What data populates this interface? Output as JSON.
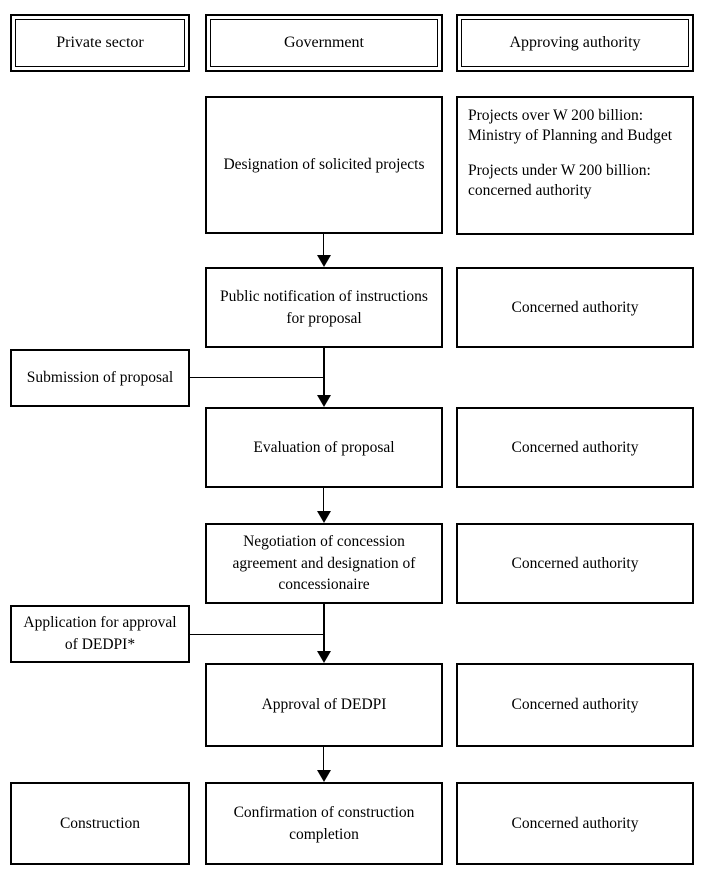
{
  "diagram": {
    "headers": {
      "private_sector": "Private sector",
      "government": "Government",
      "approving_authority": "Approving authority"
    },
    "government_steps": {
      "designation": "Designation of solicited projects",
      "notification": "Public notification of instructions for proposal",
      "evaluation": "Evaluation of proposal",
      "negotiation": "Negotiation of concession agreement and designation of concessionaire",
      "approval": "Approval of DEDPI",
      "confirmation": "Confirmation of construction completion"
    },
    "private_sector_steps": {
      "submission": "Submission of proposal",
      "application": "Application for approval of DEDPI*",
      "construction": "Construction"
    },
    "approving_authority_entries": {
      "row1_para1": "Projects over W 200 billion: Ministry of Planning and Budget",
      "row1_para2": "Projects under W 200 billion: concerned authority",
      "row2": "Concerned authority",
      "row3": "Concerned authority",
      "row4": "Concerned authority",
      "row5": "Concerned authority",
      "row6": "Concerned authority"
    },
    "colors": {
      "line": "#000000",
      "background": "#ffffff"
    }
  }
}
